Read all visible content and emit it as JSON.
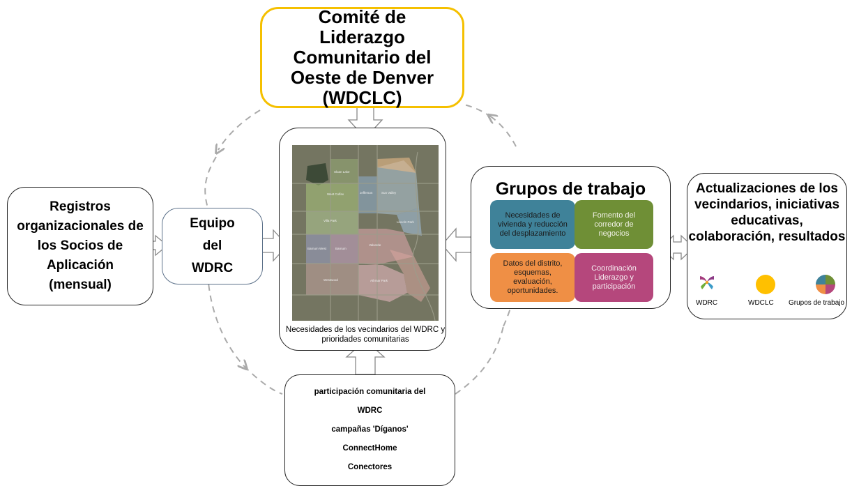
{
  "leadership": {
    "title": "Comité de Liderazgo Comunitario del Oeste de Denver (WDCLC)"
  },
  "registros": {
    "text": "Registros organizacionales de los Socios de Aplicación (mensual)"
  },
  "equipo": {
    "text": "Equipo del WDRC"
  },
  "map": {
    "caption": "Necesidades de los vecindarios del WDRC y prioridades comunitarias",
    "neighborhoods": [
      "Sloan Lake",
      "West Colfax",
      "Villa Park",
      "Barnum",
      "Barnum West",
      "Westwood",
      "Athmar Park",
      "Valverde",
      "Sun Valley",
      "Lincoln Park",
      "Jefferson"
    ]
  },
  "grupos": {
    "title": "Grupos de trabajo",
    "tiles": [
      {
        "text": "Necesidades de vivienda y reducción del desplazamiento",
        "color": "#3f8299"
      },
      {
        "text": "Fomento del corredor de negocios",
        "color": "#6f8f36"
      },
      {
        "text": "Datos del distrito, esquemas, evaluación, oportunidades.",
        "color": "#ef8f45"
      },
      {
        "text": "Coordinación Liderazgo y participación",
        "color": "#b5477c"
      }
    ]
  },
  "updates": {
    "text": "Actualizaciones de los vecindarios, iniciativas educativas, colaboración, resultados",
    "legend": [
      {
        "label": "WDRC",
        "icon": "wdrc-logo-icon"
      },
      {
        "label": "WDCLC",
        "icon": "yellow-circle-icon",
        "color": "#ffc000"
      },
      {
        "label": "Grupos de trabajo",
        "icon": "pie-icon"
      }
    ]
  },
  "participacion": {
    "lines": [
      "participación comunitaria del",
      "WDRC",
      "campañas 'Díganos'",
      "ConnectHome",
      "Conectores"
    ]
  },
  "colors": {
    "leadership_border": "#f5c000",
    "equipo_border": "#5b7089",
    "arrow_fill": "#ffffff",
    "cycle": "#aaaaaa"
  }
}
